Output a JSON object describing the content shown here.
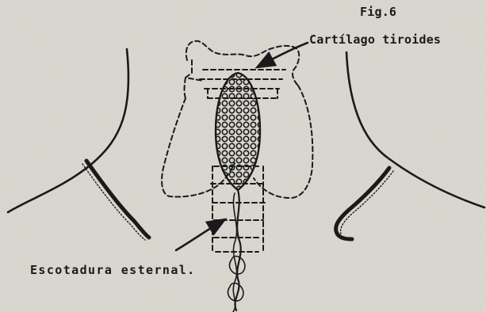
{
  "figure": {
    "number": "Fig.6",
    "labels": {
      "thyroid_cartilage": "Cartílago tiroides",
      "sternal_notch": "Escotadura esternal."
    }
  },
  "colors": {
    "paper": "#e3e1d9",
    "ink": "#1a1a1a"
  }
}
